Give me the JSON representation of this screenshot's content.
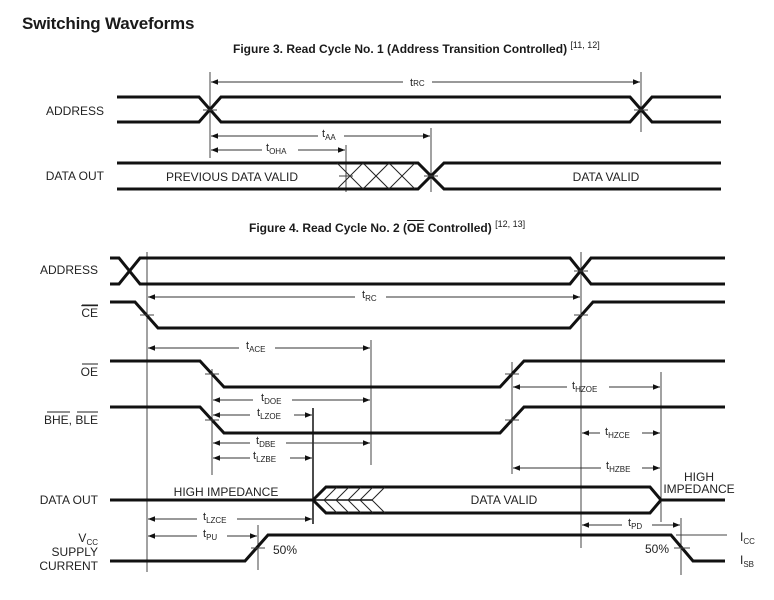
{
  "section_title": "Switching Waveforms",
  "figure3": {
    "caption_prefix": "Figure 3.  Read Cycle No. 1 (Address Transition Controlled)",
    "caption_notes": "[11, 12]",
    "signals": {
      "address": "ADDRESS",
      "data_out": "DATA OUT"
    },
    "regions": {
      "previous_data_valid": "PREVIOUS DATA VALID",
      "data_valid": "DATA VALID"
    },
    "timing": {
      "trc": {
        "main": "t",
        "sub": "RC"
      },
      "taa": {
        "main": "t",
        "sub": "AA"
      },
      "toha": {
        "main": "t",
        "sub": "OHA"
      }
    }
  },
  "figure4": {
    "caption_before": "Figure 4.  Read Cycle No. 2 (",
    "caption_overline": "OE",
    "caption_after": " Controlled)",
    "caption_notes": "[12, 13]",
    "signals": {
      "address": "ADDRESS",
      "ce": "CE",
      "oe": "OE",
      "bhe": "BHE",
      "ble_sep": ", ",
      "ble": "BLE",
      "data_out": "DATA OUT",
      "vcc_main": "V",
      "vcc_sub": "CC",
      "supply": "SUPPLY",
      "current": "CURRENT"
    },
    "regions": {
      "high_impedance_left": "HIGH IMPEDANCE",
      "data_valid": "DATA VALID",
      "high_impedance_right_1": "HIGH",
      "high_impedance_right_2": "IMPEDANCE",
      "pct_50_left": "50%",
      "pct_50_right": "50%",
      "icc_main": "I",
      "icc_sub": "CC",
      "isb_main": "I",
      "isb_sub": "SB"
    },
    "timing": {
      "trc": {
        "main": "t",
        "sub": "RC"
      },
      "tace": {
        "main": "t",
        "sub": "ACE"
      },
      "tdoe": {
        "main": "t",
        "sub": "DOE"
      },
      "tlzoe": {
        "main": "t",
        "sub": "LZOE"
      },
      "tdbe": {
        "main": "t",
        "sub": "DBE"
      },
      "tlzbe": {
        "main": "t",
        "sub": "LZBE"
      },
      "thzoe": {
        "main": "t",
        "sub": "HZOE"
      },
      "thzce": {
        "main": "t",
        "sub": "HZCE"
      },
      "thzbe": {
        "main": "t",
        "sub": "HZBE"
      },
      "tlzce": {
        "main": "t",
        "sub": "LZCE"
      },
      "tpu": {
        "main": "t",
        "sub": "PU"
      },
      "tpd": {
        "main": "t",
        "sub": "PD"
      }
    }
  }
}
